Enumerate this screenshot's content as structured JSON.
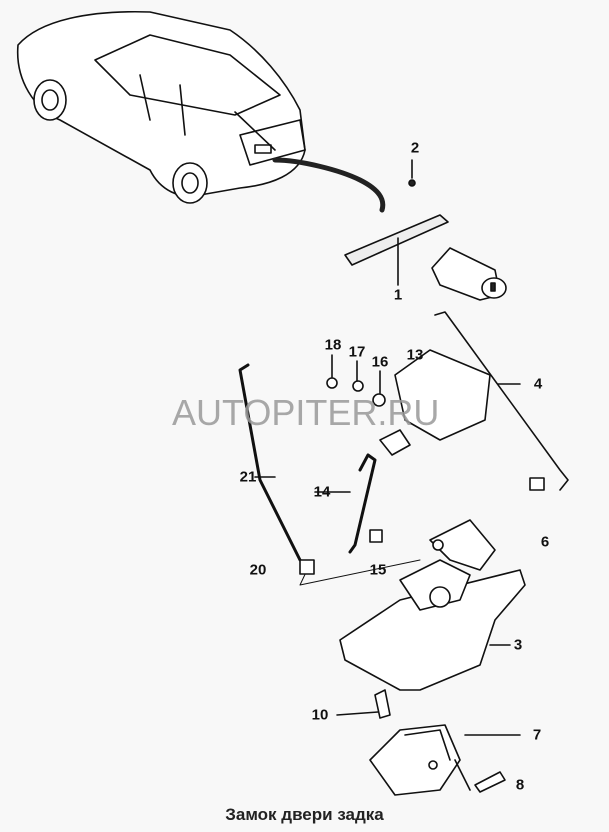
{
  "caption": "Замок двери задка",
  "watermark": "AUTOPITER.RU",
  "callouts": [
    "1",
    "2",
    "3",
    "4",
    "6",
    "7",
    "8",
    "10",
    "13",
    "14",
    "15",
    "16",
    "17",
    "18",
    "20",
    "21"
  ]
}
